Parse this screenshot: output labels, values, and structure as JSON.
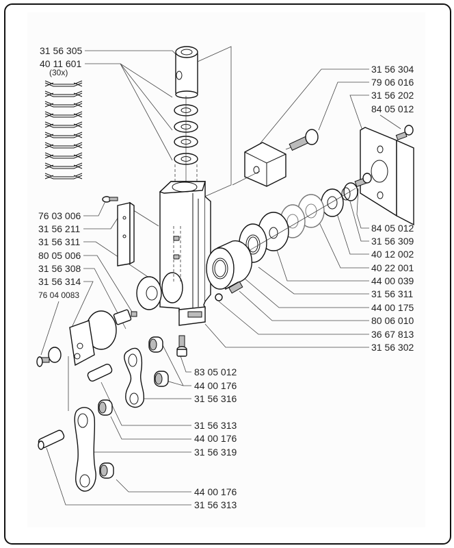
{
  "diagram": {
    "type": "exploded-parts-diagram",
    "spring_pack_note": "(30x)",
    "labels_left": [
      {
        "id": "l1",
        "text": "31 56 305"
      },
      {
        "id": "l2",
        "text": "40 11 601"
      },
      {
        "id": "l3",
        "text": "76 03 006"
      },
      {
        "id": "l4",
        "text": "31 56 211"
      },
      {
        "id": "l5",
        "text": "31 56 311"
      },
      {
        "id": "l6",
        "text": "80 05 006"
      },
      {
        "id": "l7",
        "text": "31 56 308"
      },
      {
        "id": "l8",
        "text": "31 56 314"
      },
      {
        "id": "l9",
        "text": "76 04 0083"
      }
    ],
    "labels_right": [
      {
        "id": "r1",
        "text": "31 56 304"
      },
      {
        "id": "r2",
        "text": "79 06 016"
      },
      {
        "id": "r3",
        "text": "31 56 202"
      },
      {
        "id": "r4",
        "text": "84 05 012"
      },
      {
        "id": "r5",
        "text": "84 05 012"
      },
      {
        "id": "r6",
        "text": "31 56 309"
      },
      {
        "id": "r7",
        "text": "40 12 002"
      },
      {
        "id": "r8",
        "text": "40 22 001"
      },
      {
        "id": "r9",
        "text": "44 00 039"
      },
      {
        "id": "r10",
        "text": "31 56 311"
      },
      {
        "id": "r11",
        "text": "44 00 175"
      },
      {
        "id": "r12",
        "text": "80 06 010"
      },
      {
        "id": "r13",
        "text": "36 67 813"
      },
      {
        "id": "r14",
        "text": "31 56 302"
      }
    ],
    "labels_bottom": [
      {
        "id": "b1",
        "text": "83 05 012"
      },
      {
        "id": "b2",
        "text": "44 00 176"
      },
      {
        "id": "b3",
        "text": "31 56 316"
      },
      {
        "id": "b4",
        "text": "31 56 313"
      },
      {
        "id": "b5",
        "text": "44 00 176"
      },
      {
        "id": "b6",
        "text": "31 56 319"
      },
      {
        "id": "b7",
        "text": "44 00 176"
      },
      {
        "id": "b8",
        "text": "31 56 313"
      }
    ]
  }
}
